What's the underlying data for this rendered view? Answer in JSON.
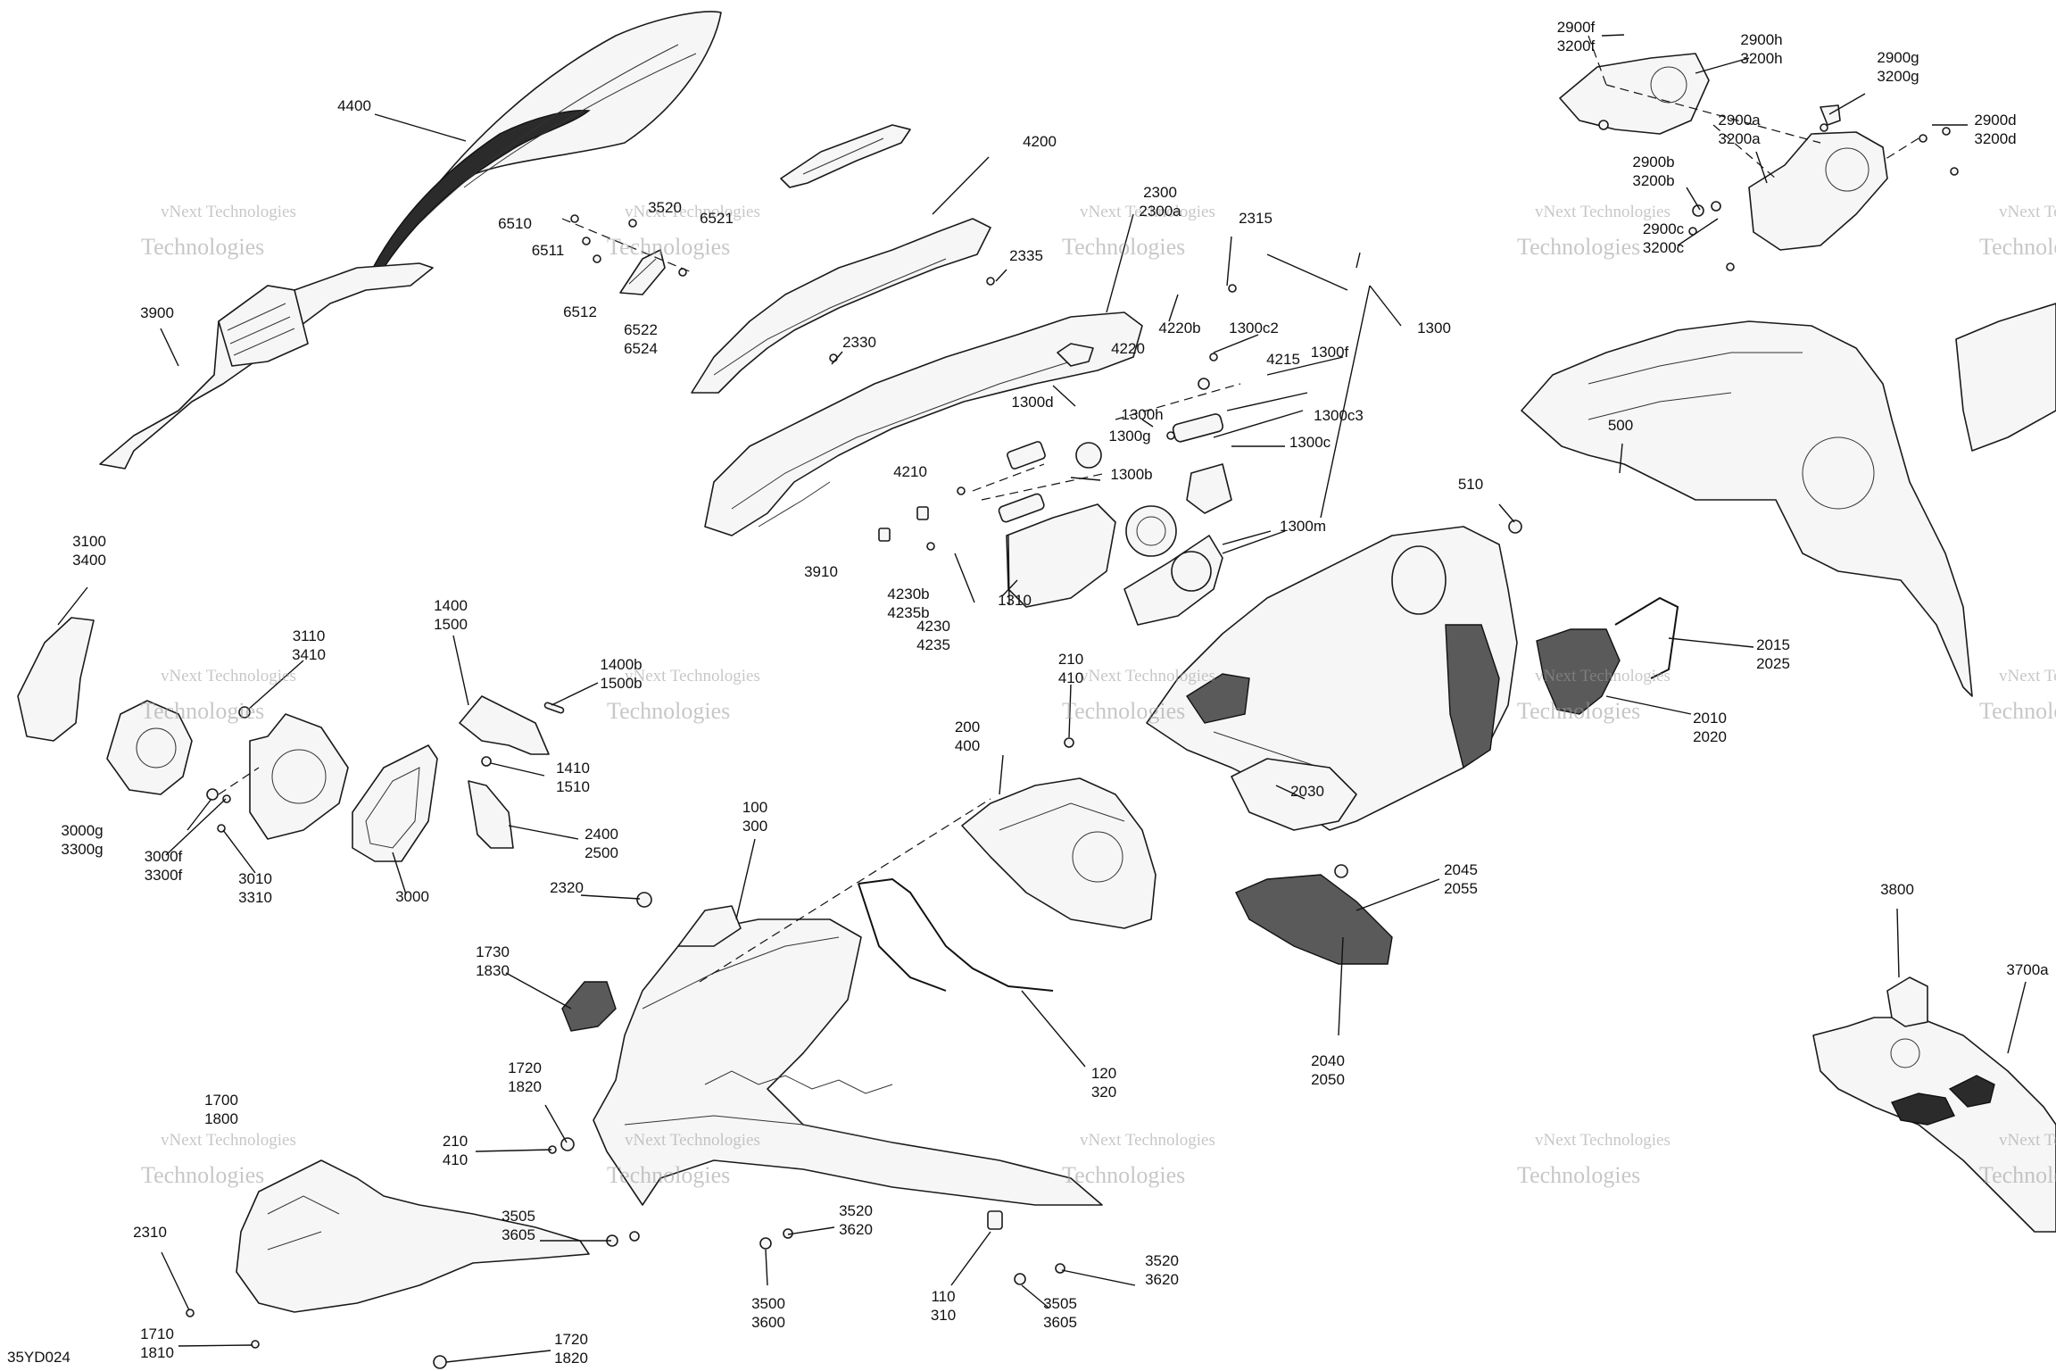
{
  "diagram_ref": "35YD024",
  "watermark": {
    "line1": "vNext Technologies",
    "line2": "Technologies"
  },
  "callouts": [
    {
      "id": "c4400",
      "lines": [
        "4400"
      ]
    },
    {
      "id": "c3900",
      "lines": [
        "3900"
      ]
    },
    {
      "id": "c6510",
      "lines": [
        "6510"
      ]
    },
    {
      "id": "c6511",
      "lines": [
        "6511"
      ]
    },
    {
      "id": "c6512",
      "lines": [
        "6512"
      ]
    },
    {
      "id": "c3520top",
      "lines": [
        "3520"
      ]
    },
    {
      "id": "c6521",
      "lines": [
        "6521"
      ]
    },
    {
      "id": "c6522",
      "lines": [
        "6522",
        "6524"
      ]
    },
    {
      "id": "c4200",
      "lines": [
        "4200"
      ]
    },
    {
      "id": "c2300",
      "lines": [
        "2300",
        "2300a"
      ]
    },
    {
      "id": "c2315",
      "lines": [
        "2315"
      ]
    },
    {
      "id": "c2335",
      "lines": [
        "2335"
      ]
    },
    {
      "id": "c2330",
      "lines": [
        "2330"
      ]
    },
    {
      "id": "c4220",
      "lines": [
        "4220"
      ]
    },
    {
      "id": "c4220b",
      "lines": [
        "4220b"
      ]
    },
    {
      "id": "c1300c2",
      "lines": [
        "1300c2"
      ]
    },
    {
      "id": "c1300",
      "lines": [
        "1300"
      ]
    },
    {
      "id": "c4215",
      "lines": [
        "4215"
      ]
    },
    {
      "id": "c1300f",
      "lines": [
        "1300f"
      ]
    },
    {
      "id": "c1300d",
      "lines": [
        "1300d"
      ]
    },
    {
      "id": "c1300h",
      "lines": [
        "1300h"
      ]
    },
    {
      "id": "c1300c3",
      "lines": [
        "1300c3"
      ]
    },
    {
      "id": "c1300g",
      "lines": [
        "1300g"
      ]
    },
    {
      "id": "c1300c",
      "lines": [
        "1300c"
      ]
    },
    {
      "id": "c4210",
      "lines": [
        "4210"
      ]
    },
    {
      "id": "c1300b",
      "lines": [
        "1300b"
      ]
    },
    {
      "id": "c3910",
      "lines": [
        "3910"
      ]
    },
    {
      "id": "c4230b",
      "lines": [
        "4230b",
        "4235b"
      ]
    },
    {
      "id": "c4230",
      "lines": [
        "4230",
        "4235"
      ]
    },
    {
      "id": "c1310",
      "lines": [
        "1310"
      ]
    },
    {
      "id": "c1300m",
      "lines": [
        "1300m"
      ]
    },
    {
      "id": "c2900f",
      "lines": [
        "2900f",
        "3200f"
      ]
    },
    {
      "id": "c2900h",
      "lines": [
        "2900h",
        "3200h"
      ]
    },
    {
      "id": "c2900g",
      "lines": [
        "2900g",
        "3200g"
      ]
    },
    {
      "id": "c2900a",
      "lines": [
        "2900a",
        "3200a"
      ]
    },
    {
      "id": "c2900d",
      "lines": [
        "2900d",
        "3200d"
      ]
    },
    {
      "id": "c2900b",
      "lines": [
        "2900b",
        "3200b"
      ]
    },
    {
      "id": "c2900c",
      "lines": [
        "2900c",
        "3200c"
      ]
    },
    {
      "id": "c500",
      "lines": [
        "500"
      ]
    },
    {
      "id": "c510",
      "lines": [
        "510"
      ]
    },
    {
      "id": "c3100",
      "lines": [
        "3100",
        "3400"
      ]
    },
    {
      "id": "c3110",
      "lines": [
        "3110",
        "3410"
      ]
    },
    {
      "id": "c1400",
      "lines": [
        "1400",
        "1500"
      ]
    },
    {
      "id": "c1400b",
      "lines": [
        "1400b",
        "1500b"
      ]
    },
    {
      "id": "c1410",
      "lines": [
        "1410",
        "1510"
      ]
    },
    {
      "id": "c2400",
      "lines": [
        "2400",
        "2500"
      ]
    },
    {
      "id": "c3000",
      "lines": [
        "3000"
      ]
    },
    {
      "id": "c3000g",
      "lines": [
        "3000g",
        "3300g"
      ]
    },
    {
      "id": "c3000f",
      "lines": [
        "3000f",
        "3300f"
      ]
    },
    {
      "id": "c3010",
      "lines": [
        "3010",
        "3310"
      ]
    },
    {
      "id": "c210a",
      "lines": [
        "210",
        "410"
      ]
    },
    {
      "id": "c200",
      "lines": [
        "200",
        "400"
      ]
    },
    {
      "id": "c2015",
      "lines": [
        "2015",
        "2025"
      ]
    },
    {
      "id": "c2010",
      "lines": [
        "2010",
        "2020"
      ]
    },
    {
      "id": "c2030",
      "lines": [
        "2030"
      ]
    },
    {
      "id": "c2045",
      "lines": [
        "2045",
        "2055"
      ]
    },
    {
      "id": "c2040",
      "lines": [
        "2040",
        "2050"
      ]
    },
    {
      "id": "c100",
      "lines": [
        "100",
        "300"
      ]
    },
    {
      "id": "c2320",
      "lines": [
        "2320"
      ]
    },
    {
      "id": "c1730",
      "lines": [
        "1730",
        "1830"
      ]
    },
    {
      "id": "c120",
      "lines": [
        "120",
        "320"
      ]
    },
    {
      "id": "c1720a",
      "lines": [
        "1720",
        "1820"
      ]
    },
    {
      "id": "c210b",
      "lines": [
        "210",
        "410"
      ]
    },
    {
      "id": "c1700",
      "lines": [
        "1700",
        "1800"
      ]
    },
    {
      "id": "c2310",
      "lines": [
        "2310"
      ]
    },
    {
      "id": "c3505a",
      "lines": [
        "3505",
        "3605"
      ]
    },
    {
      "id": "c3520a",
      "lines": [
        "3520",
        "3620"
      ]
    },
    {
      "id": "c3500",
      "lines": [
        "3500",
        "3600"
      ]
    },
    {
      "id": "c110",
      "lines": [
        "110",
        "310"
      ]
    },
    {
      "id": "c3505b",
      "lines": [
        "3505",
        "3605"
      ]
    },
    {
      "id": "c3520b",
      "lines": [
        "3520",
        "3620"
      ]
    },
    {
      "id": "c1710",
      "lines": [
        "1710",
        "1810"
      ]
    },
    {
      "id": "c1720b",
      "lines": [
        "1720",
        "1820"
      ]
    },
    {
      "id": "c3800",
      "lines": [
        "3800"
      ]
    },
    {
      "id": "c3700a",
      "lines": [
        "3700a"
      ]
    }
  ]
}
